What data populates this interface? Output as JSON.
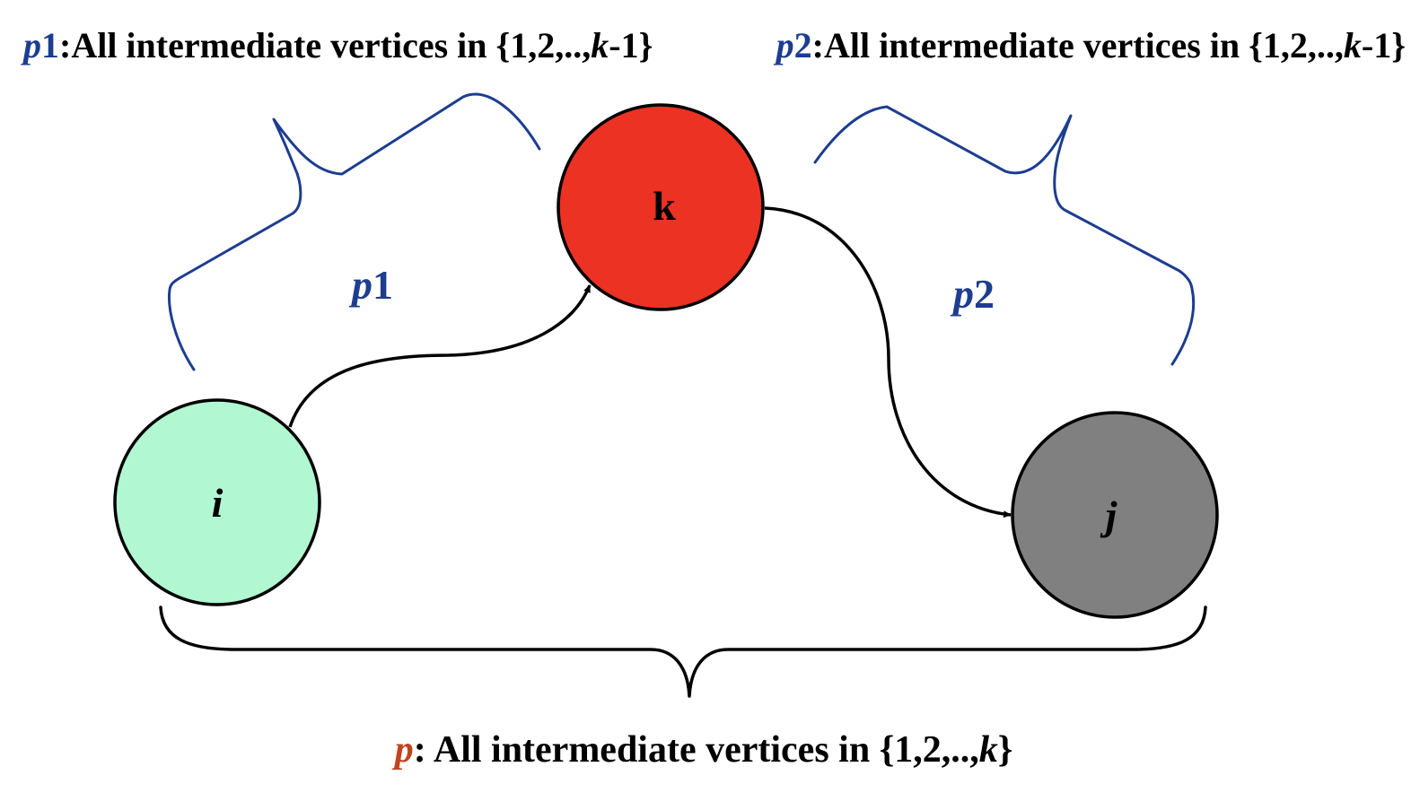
{
  "colors": {
    "path_blue": "#1d3d8f",
    "path_red": "#c0451f",
    "text": "#000000",
    "node_i": "#b1f7d1",
    "node_k": "#eb3223",
    "node_j": "#808080",
    "stroke": "#000000"
  },
  "captions": {
    "p1": {
      "name": "p",
      "index": "1",
      "text_a": ":All intermediate vertices in {1,2,..,",
      "var": "k",
      "text_b": "-1}"
    },
    "p2": {
      "name": "p",
      "index": "2",
      "text_a": ":All intermediate vertices in {1,2,..,",
      "var": "k",
      "text_b": "-1}"
    },
    "p": {
      "name": "p",
      "text_a": ": All intermediate vertices in {1,2,..,",
      "var": "k",
      "text_b": "}"
    }
  },
  "brace_labels": {
    "p1": {
      "name": "p",
      "index": "1"
    },
    "p2": {
      "name": "p",
      "index": "2"
    }
  },
  "nodes": {
    "i": {
      "label": "i"
    },
    "k": {
      "label": "k"
    },
    "j": {
      "label": "j"
    }
  }
}
